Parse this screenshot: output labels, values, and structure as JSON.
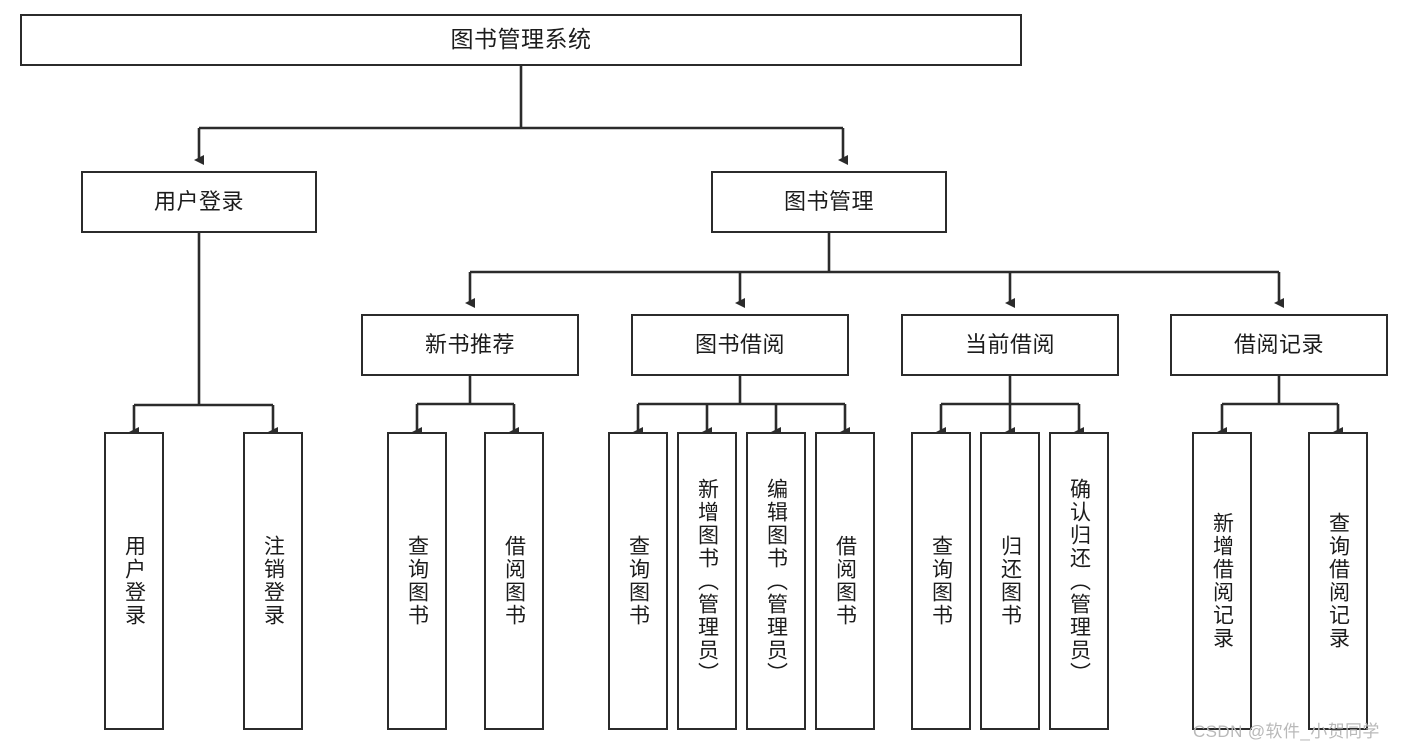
{
  "diagram": {
    "type": "tree-hierarchy-chart",
    "title": "图书管理系统",
    "stroke_color": "#2b2b2b",
    "fill_color": "#ffffff",
    "text_color": "#1c1c1c",
    "nodes": {
      "root": {
        "label": "图书管理系统",
        "orientation": "horizontal"
      },
      "level2": [
        {
          "id": "user-login",
          "label": "用户登录",
          "orientation": "horizontal"
        },
        {
          "id": "book-manage",
          "label": "图书管理",
          "orientation": "horizontal"
        }
      ],
      "level3": [
        {
          "id": "new-book-recommend",
          "label": "新书推荐",
          "orientation": "horizontal",
          "parent": "book-manage"
        },
        {
          "id": "book-borrow",
          "label": "图书借阅",
          "orientation": "horizontal",
          "parent": "book-manage"
        },
        {
          "id": "current-borrow",
          "label": "当前借阅",
          "orientation": "horizontal",
          "parent": "book-manage"
        },
        {
          "id": "borrow-record",
          "label": "借阅记录",
          "orientation": "horizontal",
          "parent": "book-manage"
        }
      ],
      "leaves": [
        {
          "id": "leaf-user-login",
          "label": "用户登录",
          "orientation": "vertical",
          "parent": "user-login"
        },
        {
          "id": "leaf-user-logout",
          "label": "注销登录",
          "orientation": "vertical",
          "parent": "user-login"
        },
        {
          "id": "leaf-query-book-1",
          "label": "查询图书",
          "orientation": "vertical",
          "parent": "new-book-recommend"
        },
        {
          "id": "leaf-borrow-book-1",
          "label": "借阅图书",
          "orientation": "vertical",
          "parent": "new-book-recommend"
        },
        {
          "id": "leaf-query-book-2",
          "label": "查询图书",
          "orientation": "vertical",
          "parent": "book-borrow"
        },
        {
          "id": "leaf-add-book",
          "label": "新增图书（管理员）",
          "orientation": "vertical",
          "parent": "book-borrow"
        },
        {
          "id": "leaf-edit-book",
          "label": "编辑图书（管理员）",
          "orientation": "vertical",
          "parent": "book-borrow"
        },
        {
          "id": "leaf-borrow-book-2",
          "label": "借阅图书",
          "orientation": "vertical",
          "parent": "book-borrow"
        },
        {
          "id": "leaf-query-book-3",
          "label": "查询图书",
          "orientation": "vertical",
          "parent": "current-borrow"
        },
        {
          "id": "leaf-return-book",
          "label": "归还图书",
          "orientation": "vertical",
          "parent": "current-borrow"
        },
        {
          "id": "leaf-confirm-return",
          "label": "确认归还（管理员）",
          "orientation": "vertical",
          "parent": "current-borrow"
        },
        {
          "id": "leaf-add-record",
          "label": "新增借阅记录",
          "orientation": "vertical",
          "parent": "borrow-record"
        },
        {
          "id": "leaf-query-record",
          "label": "查询借阅记录",
          "orientation": "vertical",
          "parent": "borrow-record"
        }
      ]
    }
  },
  "watermark": {
    "text": "CSDN @软件_小贺同学"
  }
}
